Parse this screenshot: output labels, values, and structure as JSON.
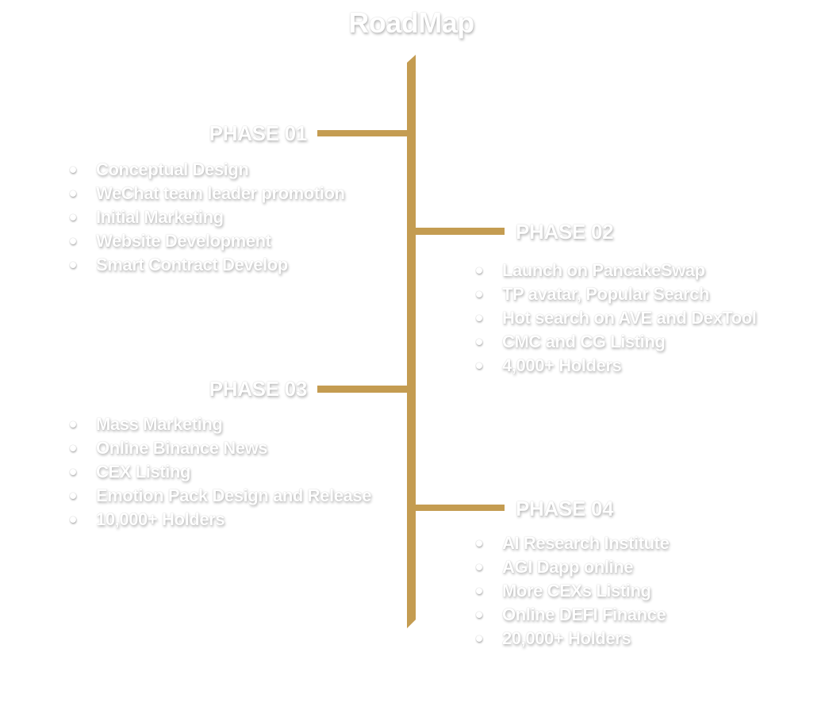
{
  "title": "RoadMap",
  "accent_color": "#c49c51",
  "phases": [
    {
      "label": "PHASE 01",
      "side": "left",
      "items": [
        "Conceptual Design",
        "WeChat team leader promotion",
        "Initial Marketing",
        "Website Development",
        "Smart Contract Develop"
      ]
    },
    {
      "label": "PHASE 02",
      "side": "right",
      "items": [
        "Launch on PancakeSwap",
        "TP avatar, Popular Search",
        "Hot search on AVE and DexTool",
        "CMC and CG Listing",
        "4,000+ Holders"
      ]
    },
    {
      "label": "PHASE 03",
      "side": "left",
      "items": [
        "Mass Marketing",
        "Online Binance News",
        "CEX Listing",
        "Emotion Pack Design and Release",
        "10,000+ Holders"
      ]
    },
    {
      "label": "PHASE 04",
      "side": "right",
      "items": [
        "AI Research Institute",
        "AGI Dapp online",
        "More CEXs Listing",
        "Online DEFI Finance",
        "20,000+ Holders"
      ]
    }
  ]
}
